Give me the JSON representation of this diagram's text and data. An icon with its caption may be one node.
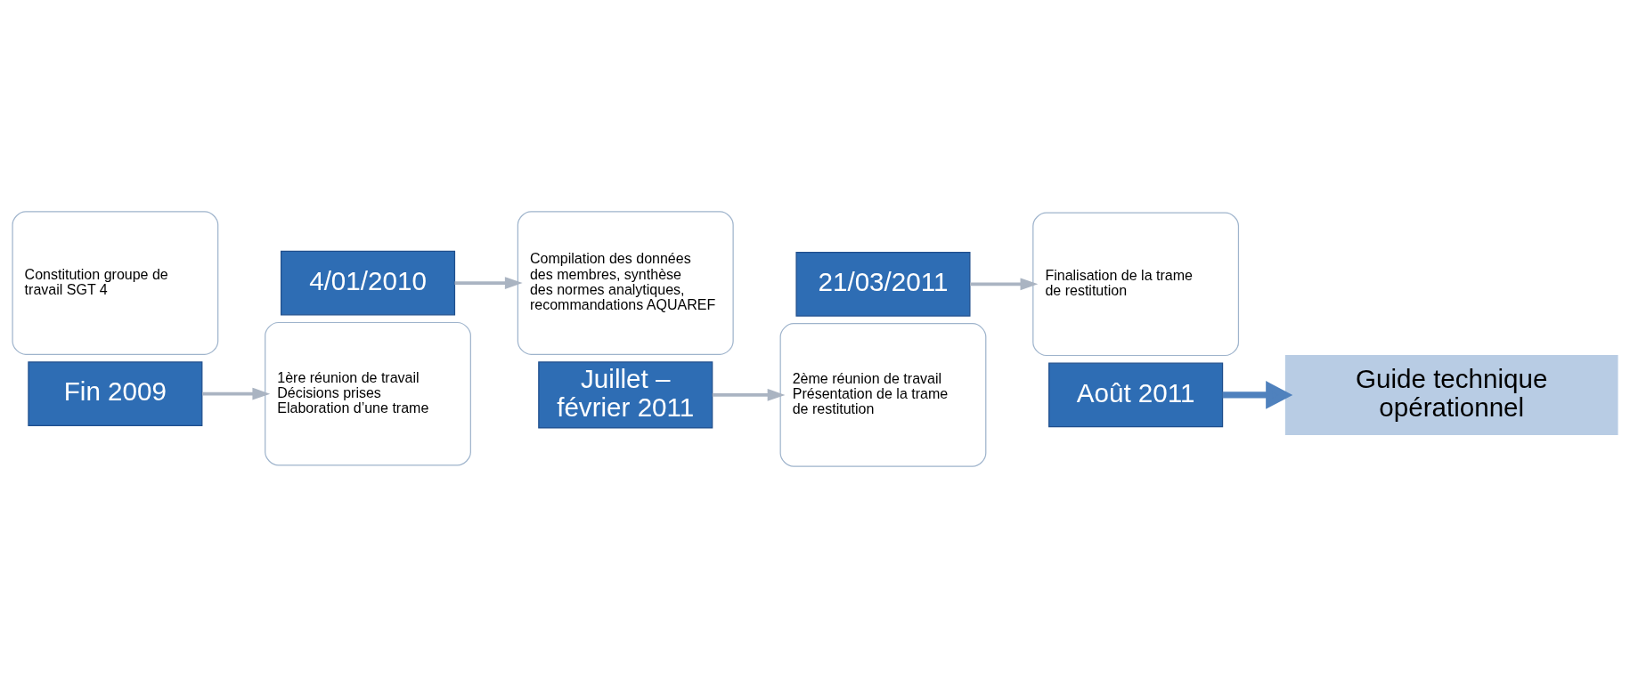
{
  "diagram": {
    "nodes": [
      {
        "text": [
          "Constitution groupe de travail SGT 4"
        ]
      },
      {
        "text": [
          "Fin 2009"
        ]
      },
      {
        "text": [
          "4/01/2010"
        ]
      },
      {
        "text": [
          "1ère réunion de travail",
          "Décisions prises",
          "Elaboration d’une trame"
        ]
      },
      {
        "text": [
          "Compilation des données des membres, synthèse des normes analytiques, recommandations AQUAREF"
        ]
      },
      {
        "text": [
          "Juillet – février 2011"
        ]
      },
      {
        "text": [
          "21/03/2011"
        ]
      },
      {
        "text": [
          "2ème réunion de travail",
          "Présentation de la trame de restitution"
        ]
      },
      {
        "text": [
          "Finalisation de la trame de restitution"
        ]
      },
      {
        "text": [
          "Août 2011"
        ]
      },
      {
        "text": [
          "Guide technique opérationnel"
        ]
      }
    ],
    "edges": [
      {
        "from": 1,
        "to": 3,
        "arrow": "to"
      },
      {
        "from": 2,
        "to": 4,
        "arrow": "to"
      },
      {
        "from": 5,
        "to": 7,
        "arrow": "to"
      },
      {
        "from": 6,
        "to": 8,
        "arrow": "to"
      },
      {
        "from": 9,
        "to": 10,
        "arrow": "to",
        "style": "thick",
        "color": "#4f81bd"
      }
    ]
  }
}
